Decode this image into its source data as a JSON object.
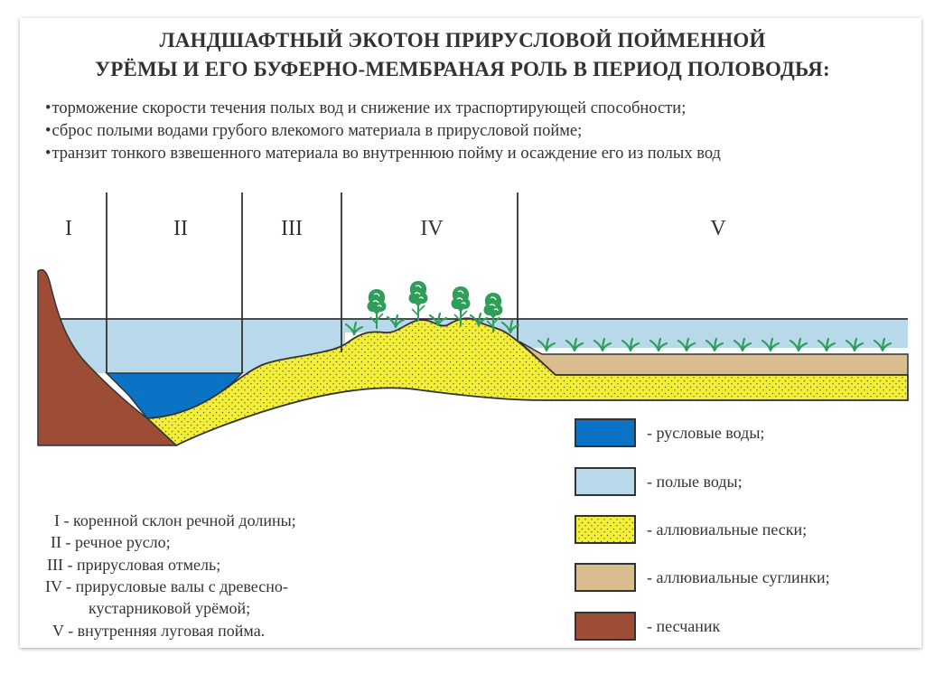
{
  "title": {
    "line1": "ЛАНДШАФТНЫЙ ЭКОТОН ПРИРУСЛОВОЙ ПОЙМЕННОЙ",
    "line2": "УРЁМЫ И ЕГО БУФЕРНО-МЕМБРАНАЯ РОЛЬ В ПЕРИОД ПОЛОВОДЬЯ:"
  },
  "bullets": [
    "торможение скорости течения полых вод и снижение их траспортирующей способности;",
    "сброс полыми водами грубого влекомого материала в прирусловой пойме;",
    "транзит тонкого взвешенного материала во внутреннюю пойму и осаждение его из полых вод"
  ],
  "bullet_symbol": "•",
  "zones": [
    "I",
    "II",
    "III",
    "IV",
    "V"
  ],
  "zone_descriptions": [
    {
      "num": "I",
      "text": "- коренной склон речной долины;"
    },
    {
      "num": "II",
      "text": "- речное русло;"
    },
    {
      "num": "III",
      "text": "- прирусловая отмель;"
    },
    {
      "num": "IV",
      "text": "- прирусловые валы с древесно-"
    },
    {
      "num": "",
      "text": "кустарниковой урёмой;"
    },
    {
      "num": "V",
      "text": "- внутренняя луговая пойма."
    }
  ],
  "legend": [
    {
      "label": "- русловые воды;",
      "color": "#0a73c6",
      "pattern": "solid"
    },
    {
      "label": "- полые воды;",
      "color": "#b7d9ea",
      "pattern": "solid"
    },
    {
      "label": "- аллювиальные пески;",
      "color": "#f3ee38",
      "pattern": "dots"
    },
    {
      "label": "- аллювиальные суглинки;",
      "color": "#d9bd8f",
      "pattern": "solid"
    },
    {
      "label": "- песчаник",
      "color": "#9d4c35",
      "pattern": "solid"
    }
  ],
  "colors": {
    "channel_water": "#0a73c6",
    "flood_water": "#b7d9ea",
    "sand": "#f3ee38",
    "loam": "#d9bd8f",
    "sandstone": "#9d4c35",
    "vegetation": "#2f9e58",
    "lines": "#333333"
  },
  "icons": [
    "tree-icon",
    "grass-tuft-icon"
  ]
}
